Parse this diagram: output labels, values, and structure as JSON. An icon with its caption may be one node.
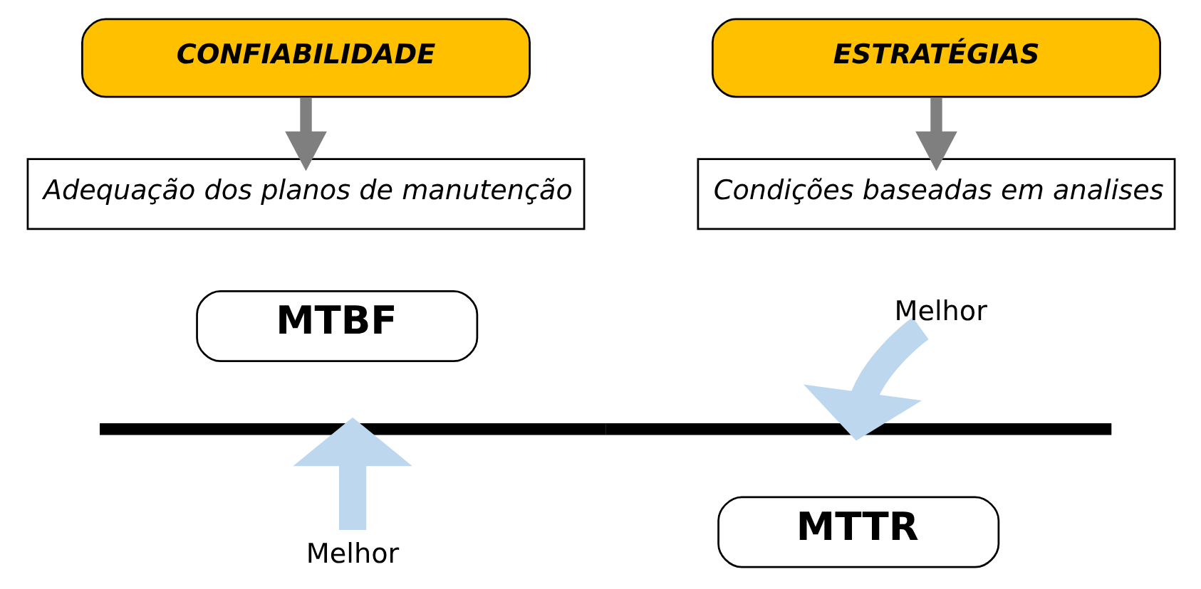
{
  "diagram": {
    "nodes": [
      {
        "text": [
          "CONFIABILIDADE"
        ]
      },
      {
        "text": [
          "ESTRATÉGIAS"
        ]
      },
      {
        "text": [
          "Adequação dos planos de manutenção"
        ]
      },
      {
        "text": [
          "Condições baseadas em analises"
        ]
      },
      {
        "text": [
          "MTBF"
        ]
      },
      {
        "text": [],
        "shape": "bar"
      },
      {
        "text": [
          "MTTR"
        ]
      }
    ],
    "edges": [
      {
        "from": 0,
        "to": 2,
        "arrow": "to"
      },
      {
        "from": 1,
        "to": 3,
        "arrow": "to"
      },
      {
        "from": null,
        "to": 5,
        "arrow": "to",
        "label": "Melhor",
        "style": "thick",
        "color": "#bdd7ee"
      },
      {
        "from": null,
        "to": 5,
        "arrow": "to",
        "label": "Melhor",
        "style": "thick",
        "color": "#bdd7ee"
      }
    ]
  }
}
